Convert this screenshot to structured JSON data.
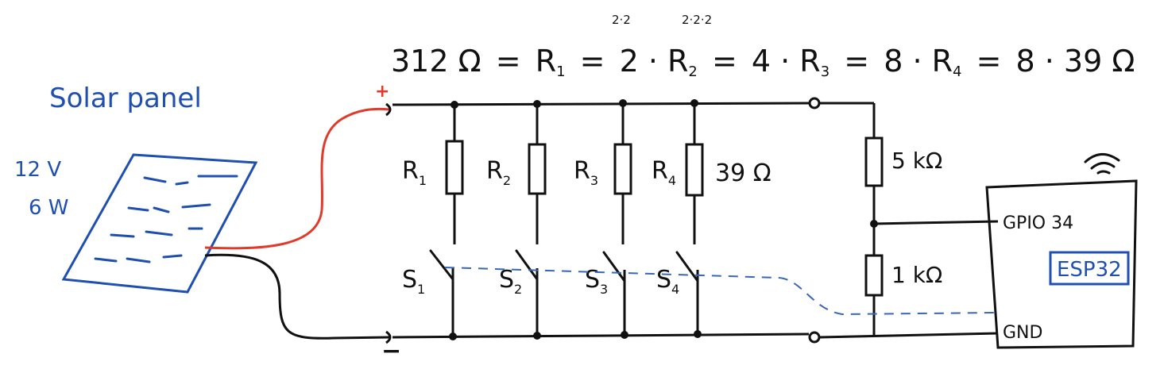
{
  "colors": {
    "ink": "#111111",
    "blue": "#1f4fb0",
    "red": "#e03a2a",
    "signal": "#3a66b8"
  },
  "solar": {
    "title": "Solar panel",
    "voltage": "12 V",
    "power": "6 W"
  },
  "equation": {
    "main_lead": "312 Ω",
    "t1": "R",
    "s1": "1",
    "t2": "2 · R",
    "s2": "2",
    "t3": "4 · R",
    "s3": "3",
    "t4": "8 · R",
    "s4": "4",
    "t5": "8 · 39 Ω",
    "note_a": "2·2",
    "note_b": "2·2·2"
  },
  "terminals": {
    "plus": "+",
    "minus": "−"
  },
  "resistors": [
    {
      "label": "R",
      "sub": "1"
    },
    {
      "label": "R",
      "sub": "2"
    },
    {
      "label": "R",
      "sub": "3"
    },
    {
      "label": "R",
      "sub": "4",
      "value": "39 Ω"
    }
  ],
  "switches": [
    {
      "label": "S",
      "sub": "1"
    },
    {
      "label": "S",
      "sub": "2"
    },
    {
      "label": "S",
      "sub": "3"
    },
    {
      "label": "S",
      "sub": "4"
    }
  ],
  "divider": {
    "top": "5 kΩ",
    "bottom": "1 kΩ"
  },
  "esp": {
    "name": "ESP32",
    "pin_adc": "GPIO 34",
    "pin_gnd": "GND"
  }
}
